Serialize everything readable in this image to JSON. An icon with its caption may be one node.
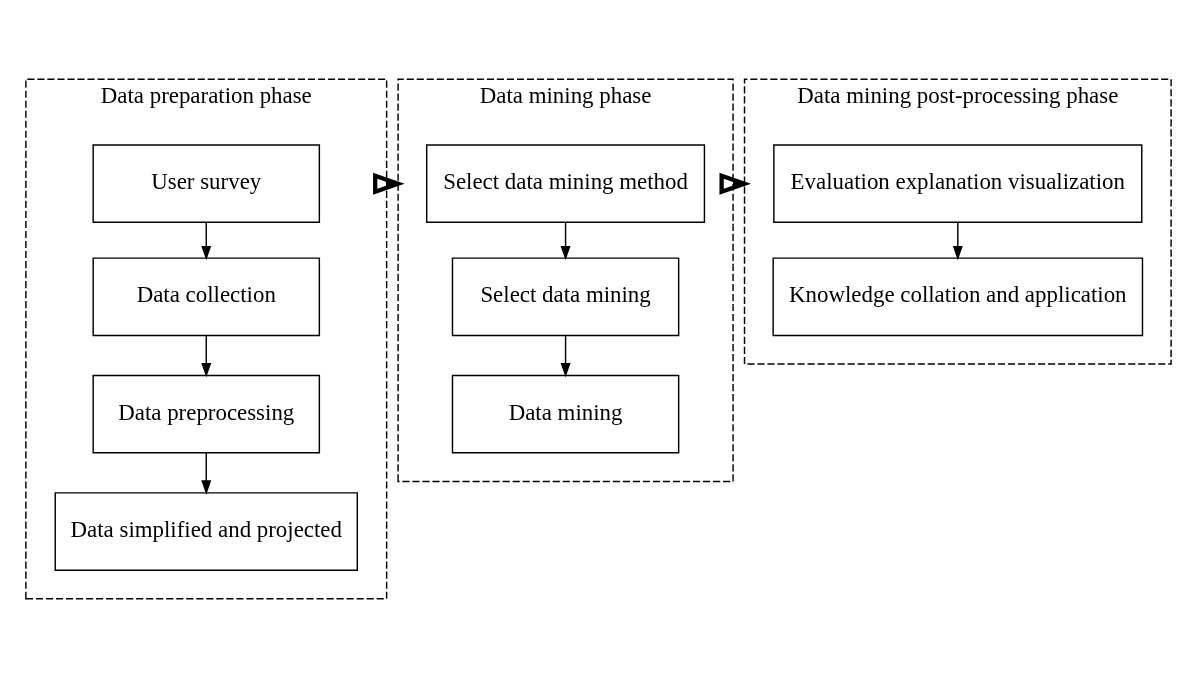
{
  "diagram": {
    "nodes": [
      {
        "text": [
          "Data preparation phase"
        ]
      },
      {
        "text": [
          "User survey"
        ],
        "in": 0
      },
      {
        "text": [
          "Data collection"
        ],
        "in": 0
      },
      {
        "text": [
          "Data preprocessing"
        ],
        "in": 0
      },
      {
        "text": [
          "Data simplified and projected"
        ],
        "in": 0
      },
      {
        "text": [
          "Data mining phase"
        ]
      },
      {
        "text": [
          "Select data mining method"
        ],
        "in": 5
      },
      {
        "text": [
          "Select data mining"
        ],
        "in": 5
      },
      {
        "text": [
          "Data mining"
        ],
        "in": 5
      },
      {
        "text": [
          "Data mining post-processing phase"
        ]
      },
      {
        "text": [
          "Evaluation explanation visualization"
        ],
        "in": 9
      },
      {
        "text": [
          "Knowledge collation and application"
        ],
        "in": 9
      }
    ],
    "edges": [
      {
        "from": 1,
        "to": 2,
        "arrow": "to"
      },
      {
        "from": 2,
        "to": 3,
        "arrow": "to"
      },
      {
        "from": 3,
        "to": 4,
        "arrow": "to"
      },
      {
        "from": 0,
        "to": 5,
        "arrow": "to",
        "style": "thick"
      },
      {
        "from": 6,
        "to": 7,
        "arrow": "to"
      },
      {
        "from": 7,
        "to": 8,
        "arrow": "to"
      },
      {
        "from": 5,
        "to": 9,
        "arrow": "to",
        "style": "thick"
      },
      {
        "from": 10,
        "to": 11,
        "arrow": "to"
      }
    ]
  }
}
